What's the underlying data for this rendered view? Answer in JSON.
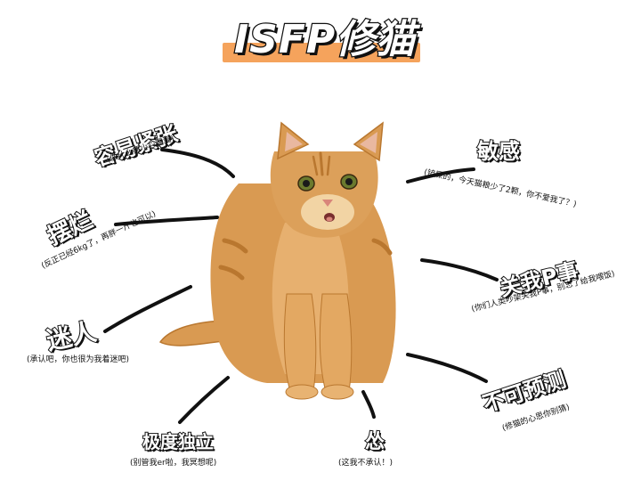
{
  "title": "ISFP修猫",
  "traits": {
    "rongyi": {
      "label": "容易紧张",
      "note": "(做什么都小心翼翼)"
    },
    "bailan": {
      "label": "摆烂",
      "note": "(反正已经6kg了，再胖一斤也可以)"
    },
    "miren": {
      "label": "迷人",
      "note": "(承认吧，你也很为我着迷吧)"
    },
    "jidu": {
      "label": "极度独立",
      "note": "(别管我er啦，我冥想呢)"
    },
    "song": {
      "label": "怂",
      "note": "(这我不承认！)"
    },
    "mingan": {
      "label": "敏感",
      "note": "(铲屎的，今天猫粮少了2颗，你不爱我了？)"
    },
    "guanwo": {
      "label": "关我P事",
      "note": "(你们人类吵架关我P事，别忘了给我喂饭)"
    },
    "bukeyuce": {
      "label": "不可预测",
      "note": "(修猫的心思你别猜)"
    }
  },
  "colors": {
    "title_bar": "#f5a35c",
    "cat_fur": "#d99a52",
    "cat_dark": "#b9772f",
    "cat_light": "#f2d4a4"
  },
  "icons": {
    "cat": "orange-cat-illustration"
  }
}
